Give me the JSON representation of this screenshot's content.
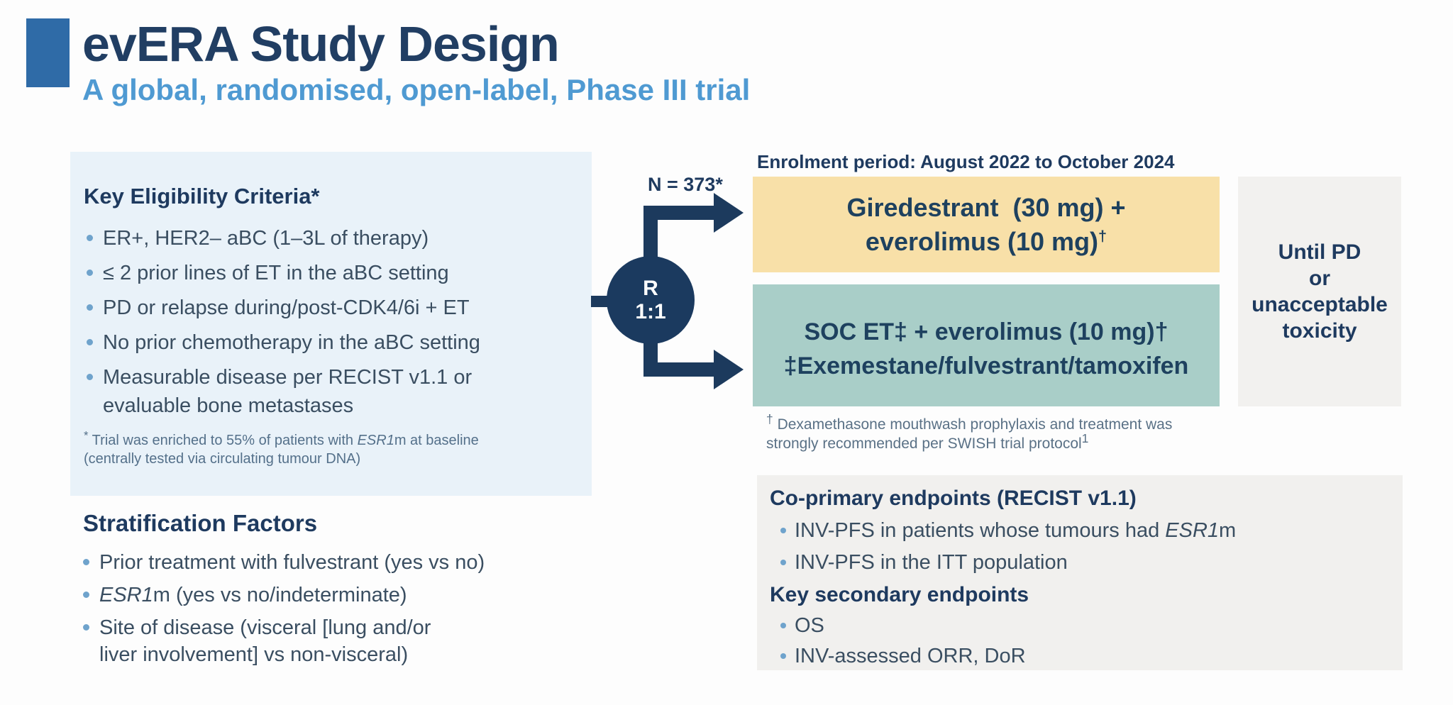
{
  "page": {
    "title": "evERA Study Design",
    "subtitle": "A global, randomised, open-label, Phase III trial"
  },
  "colors": {
    "accent_navy": "#1e3a5f",
    "accent_square_blue": "#2f6ba7",
    "subtitle_blue": "#4f9ad2",
    "eligibility_panel_bg": "#e9f2f9",
    "arm1_bg": "#f8e0a8",
    "arm2_bg": "#a9cec8",
    "gray_panel_bg": "#f1f0ee",
    "bullet_dot_blue": "#6fa3cc",
    "flow_navy": "#1c3a5d"
  },
  "eligibility": {
    "heading": "Key Eligibility Criteria*",
    "bullets": [
      {
        "lines": [
          [
            {
              "t": "ER+, HER2– aBC (1–3L of therapy)"
            }
          ]
        ]
      },
      {
        "lines": [
          [
            {
              "t": "≤ 2 prior lines of ET in the aBC setting"
            }
          ]
        ]
      },
      {
        "lines": [
          [
            {
              "t": "PD or relapse during/post-CDK4/6i + ET"
            }
          ]
        ]
      },
      {
        "lines": [
          [
            {
              "t": "No prior chemotherapy in the aBC setting"
            }
          ]
        ]
      },
      {
        "lines": [
          [
            {
              "t": "Measurable disease per RECIST v1.1 or"
            }
          ],
          [
            {
              "t": "evaluable bone metastases"
            }
          ]
        ]
      }
    ],
    "footnote_segments": [
      {
        "t": "*",
        "sup": true
      },
      {
        "t": " Trial was enriched to 55% of patients with "
      },
      {
        "t": "ESR1",
        "i": true
      },
      {
        "t": "m at baseline (centrally tested via circulating tumour DNA)"
      }
    ]
  },
  "stratification": {
    "heading": "Stratification Factors",
    "bullets": [
      {
        "lines": [
          [
            {
              "t": "Prior treatment with fulvestrant (yes vs no)"
            }
          ]
        ]
      },
      {
        "lines": [
          [
            {
              "t": "ESR1",
              "i": true
            },
            {
              "t": "m (yes vs no/indeterminate)"
            }
          ]
        ]
      },
      {
        "lines": [
          [
            {
              "t": "Site of disease (visceral [lung and/or"
            }
          ],
          [
            {
              "t": "liver involvement] vs non-visceral)"
            }
          ]
        ]
      }
    ]
  },
  "randomisation": {
    "n_label": "N = 373*",
    "circle_top": "R",
    "circle_bottom": "1:1"
  },
  "arms": {
    "enrolment_label": "Enrolment period: August 2022 to October 2024",
    "arm1_lines": [
      [
        {
          "t": "Giredestrant  (30 mg) +"
        }
      ],
      [
        {
          "t": "everolimus (10 mg)"
        },
        {
          "t": "†",
          "sup": true
        }
      ]
    ],
    "arm2_lines": [
      [
        {
          "t": "SOC ET‡ + everolimus (10 mg)†"
        }
      ],
      [
        {
          "t": "‡Exemestane/fulvestrant/tamoxifen"
        }
      ]
    ],
    "footnote_lines": [
      [
        {
          "t": "†",
          "sup": true
        },
        {
          "t": " Dexamethasone mouthwash prophylaxis and treatment was"
        }
      ],
      [
        {
          "t": "strongly recommended per SWISH trial protocol"
        },
        {
          "t": "1",
          "sup": true
        }
      ]
    ]
  },
  "continuation": {
    "lines": [
      "Until PD",
      "or",
      "unacceptable",
      "toxicity"
    ]
  },
  "endpoints": {
    "heading_primary": "Co-primary endpoints (RECIST v1.1)",
    "primary_bullets": [
      {
        "lines": [
          [
            {
              "t": "INV-PFS in patients whose tumours had "
            },
            {
              "t": "ESR1",
              "i": true
            },
            {
              "t": "m"
            }
          ]
        ]
      },
      {
        "lines": [
          [
            {
              "t": "INV-PFS in the ITT population"
            }
          ]
        ]
      }
    ],
    "heading_secondary": "Key secondary endpoints",
    "secondary_bullets": [
      {
        "lines": [
          [
            {
              "t": "OS"
            }
          ]
        ]
      },
      {
        "lines": [
          [
            {
              "t": "INV-assessed ORR, DoR"
            }
          ]
        ]
      }
    ]
  }
}
